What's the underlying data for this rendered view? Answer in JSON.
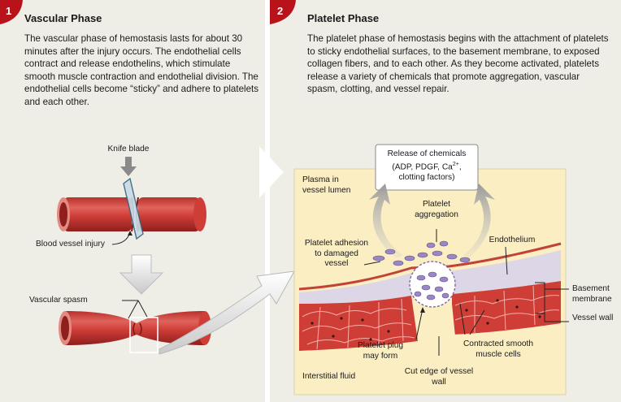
{
  "colors": {
    "panel_bg": "#efeee6",
    "badge": "#b8131a",
    "vessel": "#cf3d37",
    "vessel_dark": "#9e2420",
    "vessel_light": "#ea8a82",
    "plasma": "#fbeec2",
    "platelet": "#9a87c4",
    "muscle": "#d4473c"
  },
  "panel1": {
    "number": "1",
    "title": "Vascular Phase",
    "body": "The vascular phase of hemostasis lasts for about 30 minutes after the injury occurs. The endothelial cells contract and release endothelins, which stimulate smooth muscle contraction and endothelial division. The endothelial cells become “sticky” and adhere to platelets and each other.",
    "labels": {
      "knife_blade": "Knife blade",
      "blood_vessel_injury": "Blood vessel injury",
      "vascular_spasm": "Vascular spasm"
    }
  },
  "panel2": {
    "number": "2",
    "title": "Platelet Phase",
    "body": "The platelet phase of hemostasis begins with the attachment of platelets to sticky endothelial surfaces, to the basement membrane, to exposed collagen fibers, and to each other. As they become activated, platelets release a variety of chemicals that promote aggregation, vascular spasm, clotting, and vessel repair.",
    "callout": {
      "line1": "Release of chemicals",
      "line2_prefix": "(ADP, PDGF, Ca",
      "line2_sup": "2+",
      "line2_suffix": ",",
      "line3": "clotting factors)"
    },
    "labels": {
      "plasma": "Plasma in vessel lumen",
      "platelet_aggregation": "Platelet aggregation",
      "platelet_adhesion": "Platelet adhesion to damaged vessel",
      "endothelium": "Endothelium",
      "basement_membrane": "Basement membrane",
      "vessel_wall": "Vessel wall",
      "platelet_plug": "Platelet plug may form",
      "contracted_muscle": "Contracted smooth muscle cells",
      "cut_edge": "Cut edge of vessel wall",
      "interstitial_fluid": "Interstitial fluid"
    }
  }
}
